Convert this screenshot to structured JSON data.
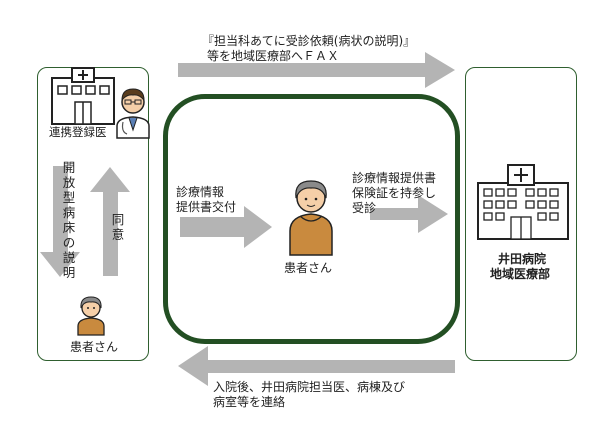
{
  "top_arrow": {
    "line1": "『担当科あてに受診依頼(病状の説明)』",
    "line2": "等を地域医療部へＦＡＸ"
  },
  "left_box": {
    "doctor_label": "連携登録医",
    "down_arrow_text": "開放型病床の説明",
    "up_arrow_text": "同意",
    "patient_label": "患者さん"
  },
  "center_box": {
    "left_text_line1": "診療情報",
    "left_text_line2": "提供書交付",
    "patient_label": "患者さん",
    "right_text_line1": "診療情報提供書",
    "right_text_line2": "保険証を持参し",
    "right_text_line3": "受診"
  },
  "right_box": {
    "hospital_line1": "井田病院",
    "hospital_line2": "地域医療部"
  },
  "bottom_arrow": {
    "line1": "入院後、井田病院担当医、病棟及び",
    "line2": "病室等を連絡"
  },
  "colors": {
    "arrow": "#b4b4b4",
    "box_border": "#2f5f2f",
    "center_border": "#234f23"
  }
}
